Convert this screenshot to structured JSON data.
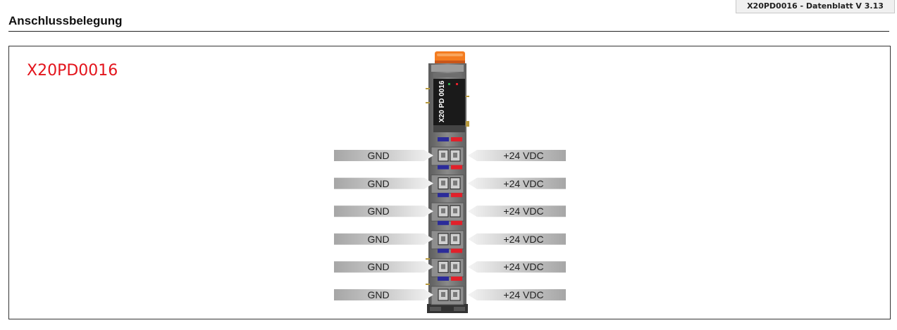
{
  "header": {
    "doc_tag": "X20PD0016 - Datenblatt V 3.13",
    "section_title": "Anschlussbelegung"
  },
  "figure": {
    "model_label": "X20PD0016",
    "module_print": "X20 PD 0016",
    "left_label": "GND",
    "right_label": "+24 VDC",
    "rows": 6
  },
  "colors": {
    "gnd_marker": "#2b2b9a",
    "vdc_marker": "#e2202a",
    "module_body": "#7d7d7d",
    "module_cap": "#f47c20",
    "model_text": "#e3141c"
  }
}
